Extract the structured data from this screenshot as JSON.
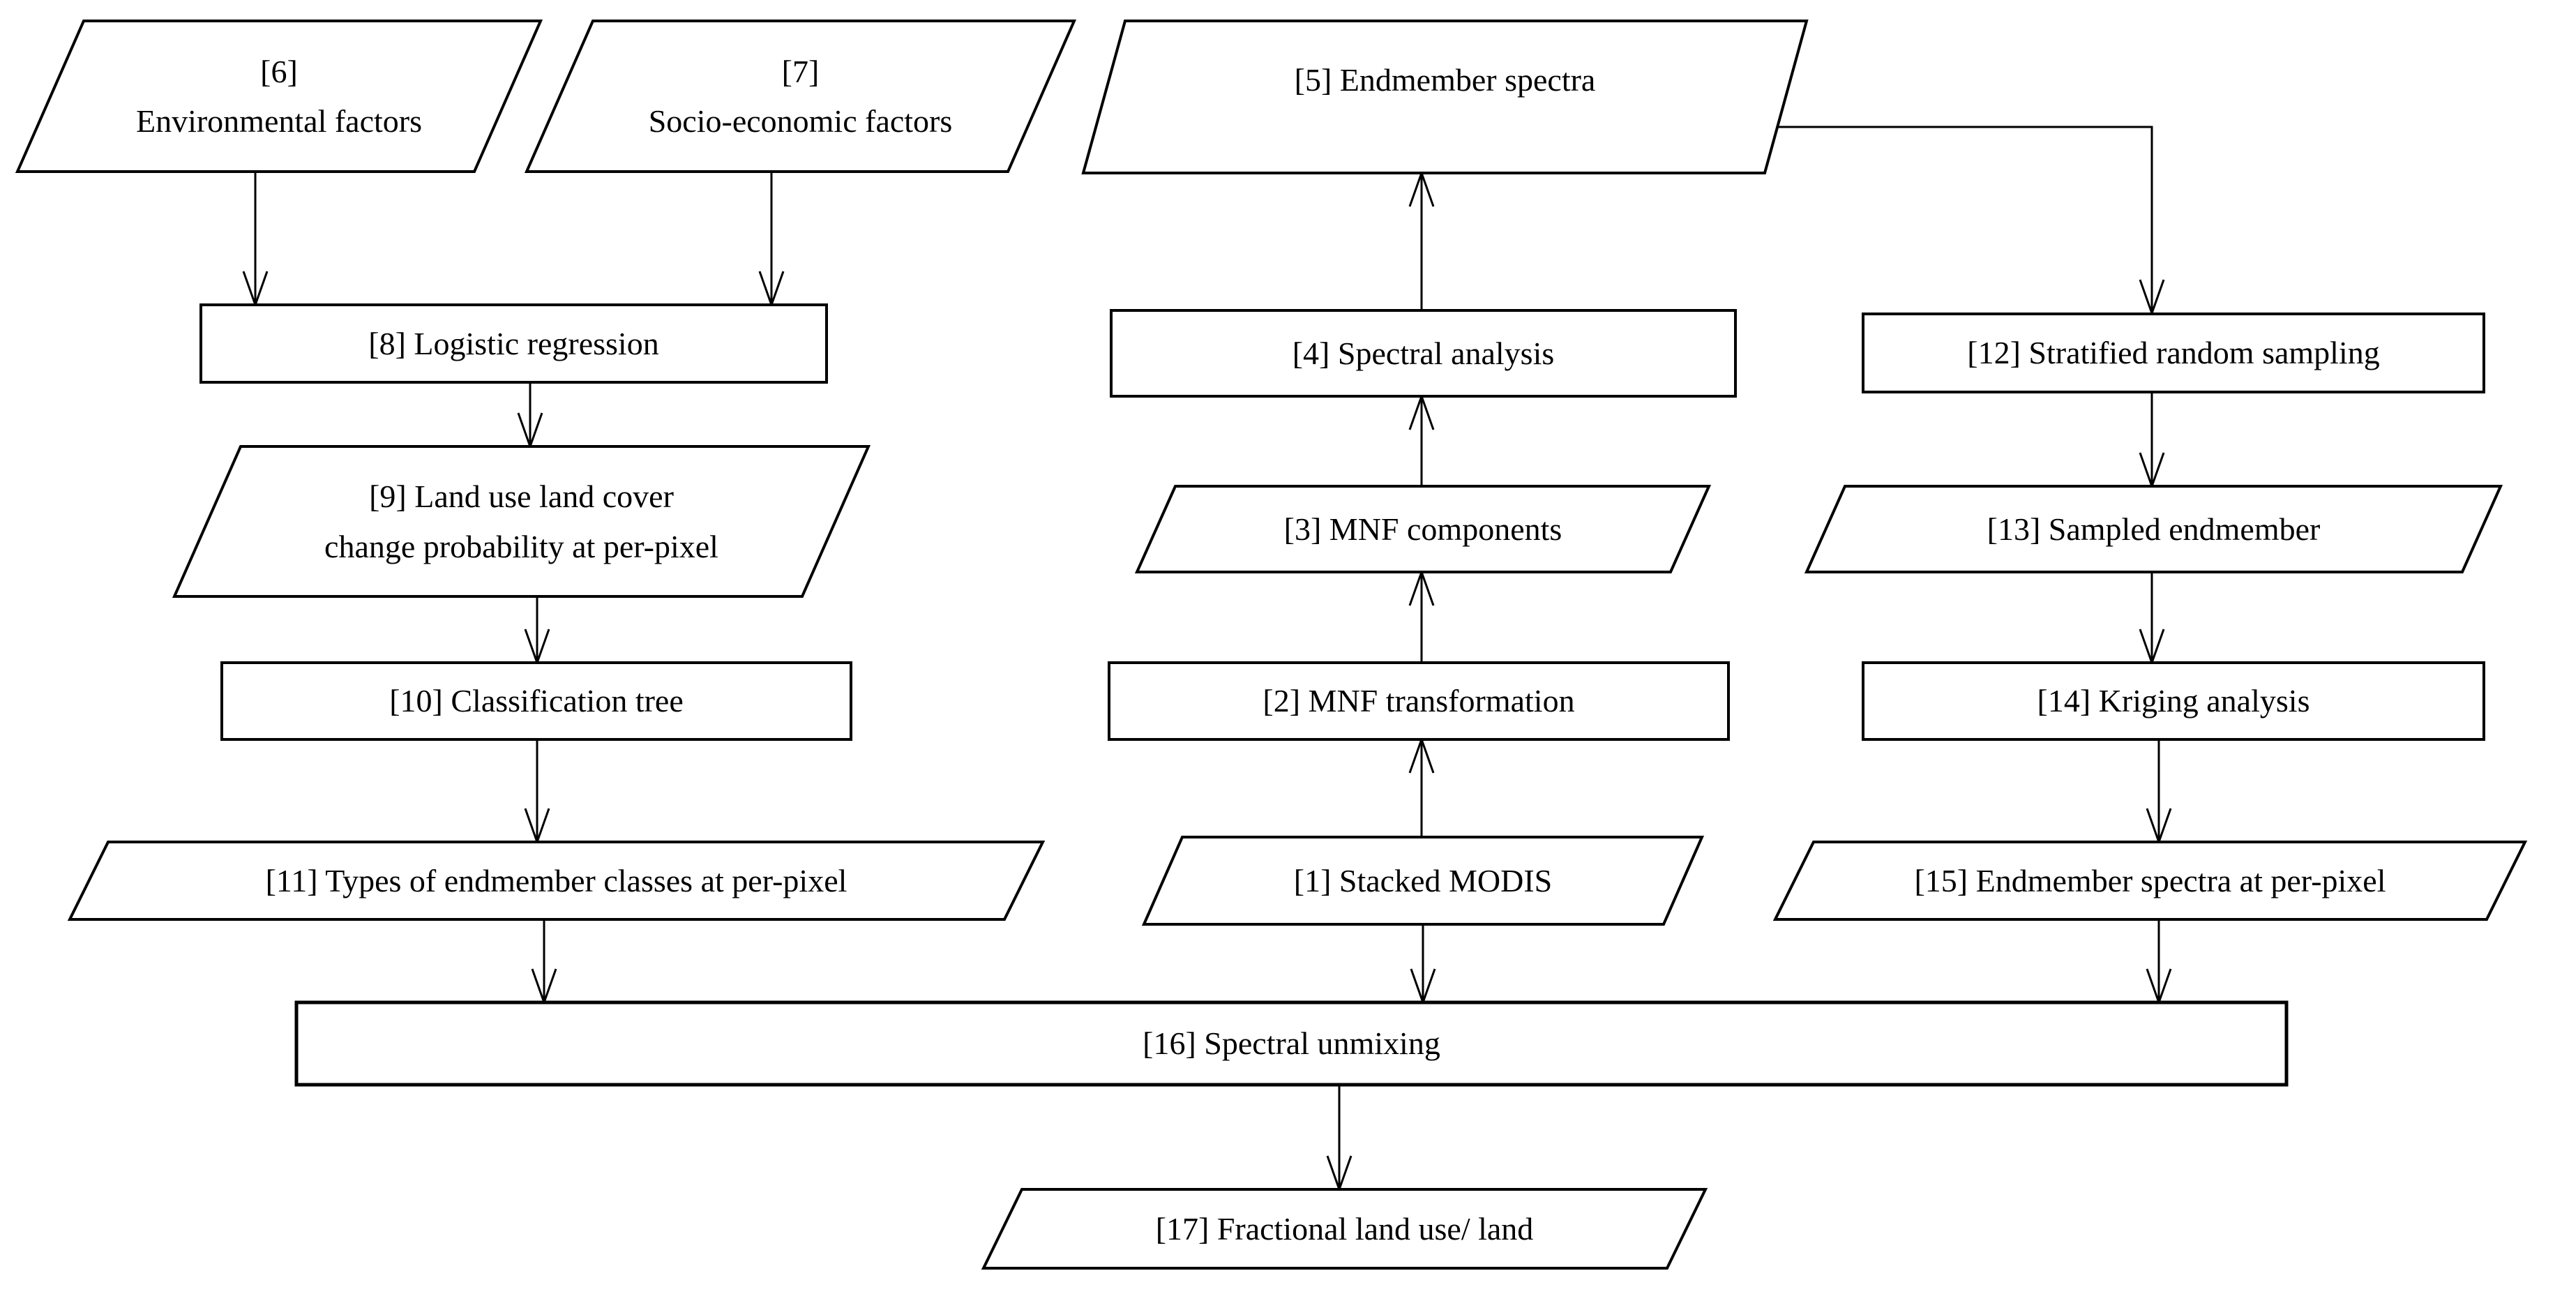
{
  "colors": {
    "stroke": "#000000",
    "background": "#ffffff",
    "text": "#000000"
  },
  "diagram": {
    "type": "flowchart",
    "nodes": {
      "n1": {
        "shape": "parallelogram",
        "label": "[1] Stacked MODIS"
      },
      "n2": {
        "shape": "rectangle",
        "label": "[2] MNF transformation"
      },
      "n3": {
        "shape": "parallelogram",
        "label": "[3] MNF components"
      },
      "n4": {
        "shape": "rectangle",
        "label": "[4] Spectral analysis"
      },
      "n5": {
        "shape": "parallelogram",
        "label": "[5] Endmember spectra"
      },
      "n6": {
        "shape": "parallelogram",
        "lines": [
          "[6]",
          "Environmental factors"
        ]
      },
      "n7": {
        "shape": "parallelogram",
        "lines": [
          "[7]",
          "Socio-economic factors"
        ]
      },
      "n8": {
        "shape": "rectangle",
        "label": "[8] Logistic regression"
      },
      "n9": {
        "shape": "parallelogram",
        "lines": [
          "[9] Land use land cover",
          "change probability at per-pixel"
        ]
      },
      "n10": {
        "shape": "rectangle",
        "label": "[10] Classification tree"
      },
      "n11": {
        "shape": "parallelogram",
        "label": "[11] Types of endmember classes at per-pixel"
      },
      "n12": {
        "shape": "rectangle",
        "label": "[12] Stratified random sampling"
      },
      "n13": {
        "shape": "parallelogram",
        "label": "[13] Sampled endmember"
      },
      "n14": {
        "shape": "rectangle",
        "label": "[14] Kriging analysis"
      },
      "n15": {
        "shape": "parallelogram",
        "label": "[15] Endmember spectra at per-pixel"
      },
      "n16": {
        "shape": "rectangle",
        "label": "[16] Spectral unmixing"
      },
      "n17": {
        "shape": "parallelogram",
        "label": "[17] Fractional land use/ land"
      }
    },
    "edges": [
      {
        "from": "6",
        "to": "8",
        "direction": "down"
      },
      {
        "from": "7",
        "to": "8",
        "direction": "down"
      },
      {
        "from": "8",
        "to": "9",
        "direction": "down"
      },
      {
        "from": "9",
        "to": "10",
        "direction": "down"
      },
      {
        "from": "10",
        "to": "11",
        "direction": "down"
      },
      {
        "from": "11",
        "to": "16",
        "direction": "down"
      },
      {
        "from": "1",
        "to": "2",
        "direction": "up"
      },
      {
        "from": "2",
        "to": "3",
        "direction": "up"
      },
      {
        "from": "3",
        "to": "4",
        "direction": "up"
      },
      {
        "from": "4",
        "to": "5",
        "direction": "up"
      },
      {
        "from": "5",
        "to": "12",
        "direction": "right-then-down"
      },
      {
        "from": "12",
        "to": "13",
        "direction": "down"
      },
      {
        "from": "13",
        "to": "14",
        "direction": "down"
      },
      {
        "from": "14",
        "to": "15",
        "direction": "down"
      },
      {
        "from": "15",
        "to": "16",
        "direction": "down"
      },
      {
        "from": "1",
        "to": "16",
        "direction": "down"
      },
      {
        "from": "16",
        "to": "17",
        "direction": "down"
      }
    ]
  }
}
